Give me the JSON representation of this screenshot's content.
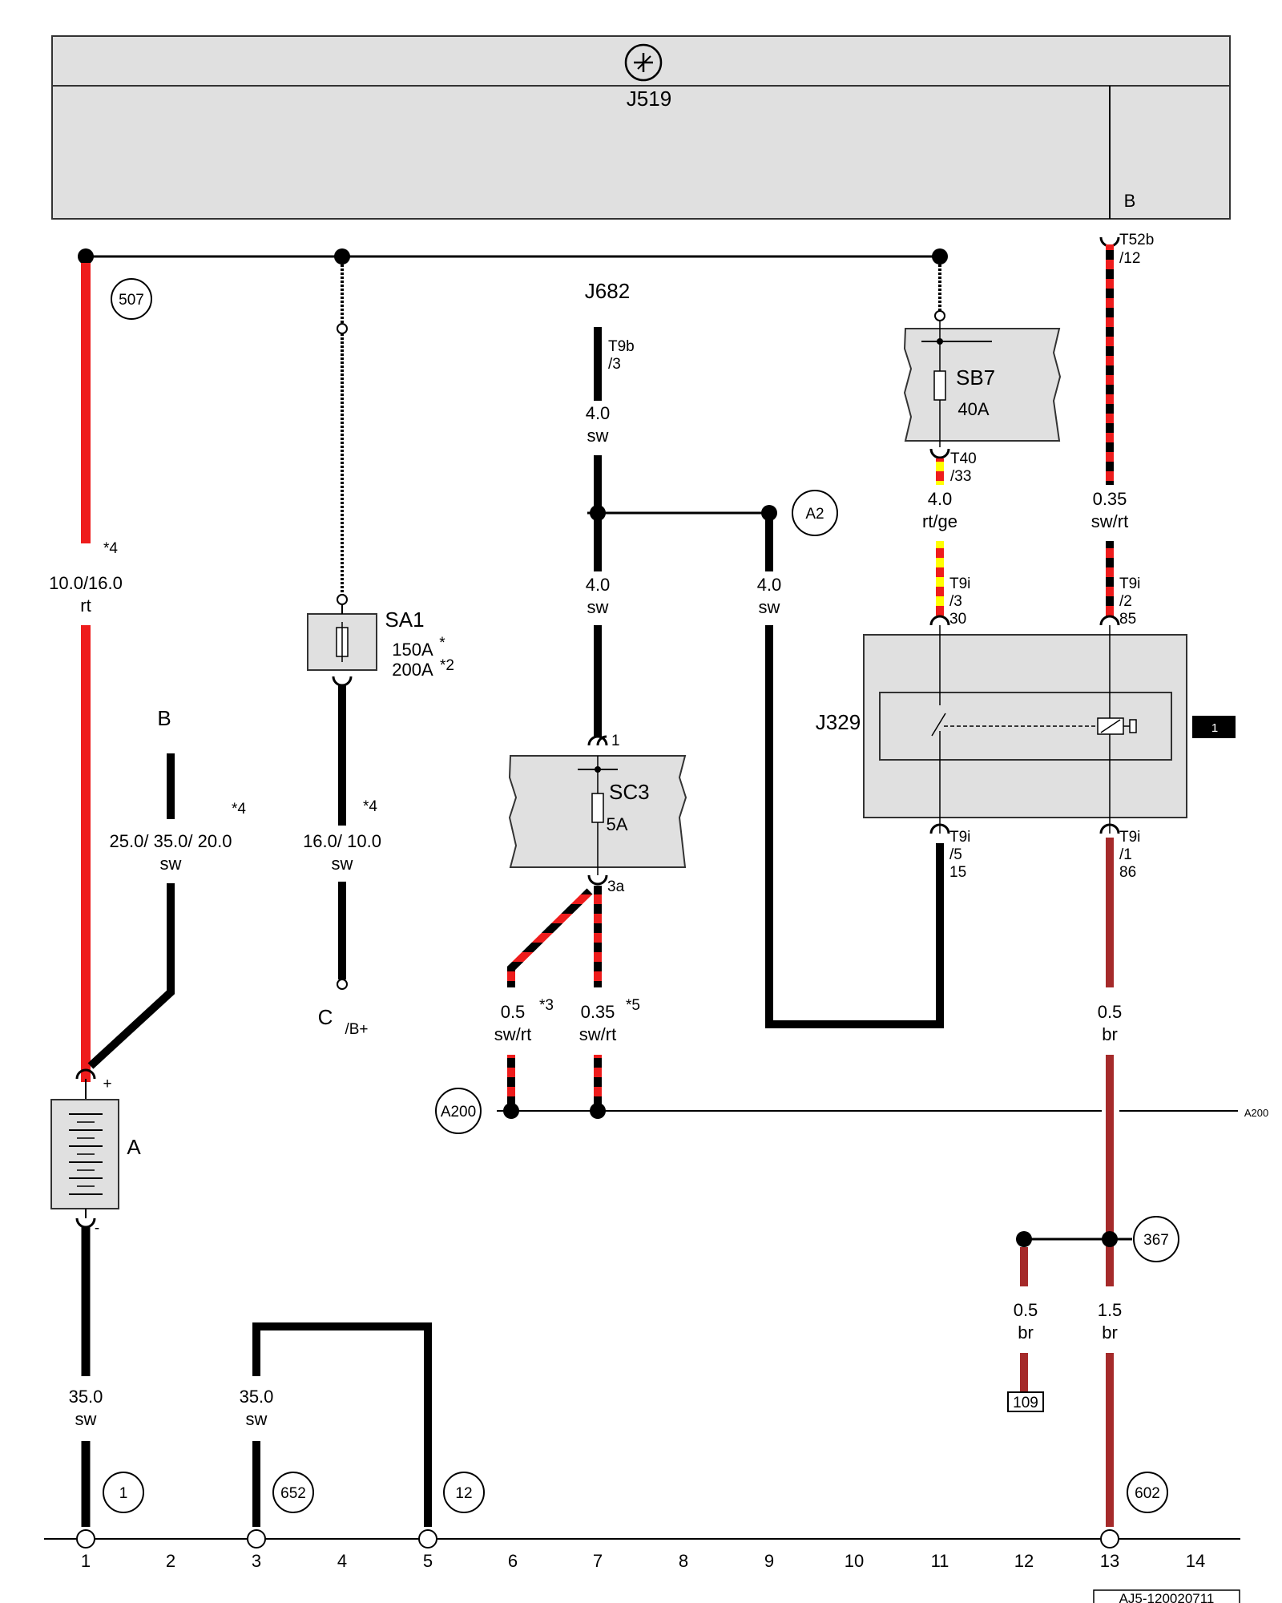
{
  "header": {
    "module_label": "J519",
    "pin_label": "B",
    "module_icon": "ground-strap-icon"
  },
  "colors": {
    "red": "#ee1c1c",
    "black": "#000000",
    "yellow": "#ffff00",
    "brown": "#a52a2a",
    "box": "#e0e0e0"
  },
  "components": {
    "j682": "J682",
    "sa1": {
      "name": "SA1",
      "rating1": "150A",
      "note1": "*",
      "rating2": "200A",
      "note2": "*2"
    },
    "sb7": {
      "name": "SB7",
      "rating": "40A"
    },
    "sc3": {
      "name": "SC3",
      "rating": "5A",
      "pin_top": "1",
      "pin_bottom": "3a"
    },
    "j329": {
      "name": "J329",
      "box_tag": "1"
    },
    "battery": {
      "name": "A",
      "plus": "+",
      "minus": "-"
    },
    "c": {
      "name": "C",
      "sub": "/B+"
    },
    "b_label": "B"
  },
  "connectors": {
    "t52b": [
      "T52b",
      "/12"
    ],
    "t9b": [
      "T9b",
      "/3"
    ],
    "t40": [
      "T40",
      "/33"
    ],
    "t9i_3": [
      "T9i",
      "/3",
      "30"
    ],
    "t9i_2": [
      "T9i",
      "/2",
      "85"
    ],
    "t9i_5": [
      "T9i",
      "/5",
      "15"
    ],
    "t9i_1": [
      "T9i",
      "/1",
      "86"
    ]
  },
  "wires": {
    "w1": {
      "size": "10.0/16.0",
      "color": "rt",
      "note": "*4"
    },
    "w2": {
      "size": "25.0/ 35.0/ 20.0",
      "color": "sw",
      "note": "*4"
    },
    "w3": {
      "size": "16.0/ 10.0",
      "color": "sw",
      "note": "*4"
    },
    "w4": {
      "size": "4.0",
      "color": "sw"
    },
    "w5": {
      "size": "4.0",
      "color": "sw"
    },
    "w6": {
      "size": "4.0",
      "color": "sw"
    },
    "w7": {
      "size": "4.0",
      "color": "rt/ge"
    },
    "w8": {
      "size": "0.35",
      "color": "sw/rt"
    },
    "w9": {
      "size": "0.5",
      "color": "sw/rt",
      "note": "*3"
    },
    "w10": {
      "size": "0.35",
      "color": "sw/rt",
      "note": "*5"
    },
    "w11": {
      "size": "0.5",
      "color": "br"
    },
    "w12": {
      "size": "0.5",
      "color": "br"
    },
    "w13": {
      "size": "1.5",
      "color": "br"
    },
    "w14": {
      "size": "35.0",
      "color": "sw"
    },
    "w15": {
      "size": "35.0",
      "color": "sw"
    }
  },
  "refs": {
    "r507": "507",
    "rA2": "A2",
    "rA200": "A200",
    "rA200_right": "A200",
    "r367": "367",
    "r109": "109",
    "r1": "1",
    "r652": "652",
    "r12": "12",
    "r602": "602"
  },
  "ruler": [
    "1",
    "2",
    "3",
    "4",
    "5",
    "6",
    "7",
    "8",
    "9",
    "10",
    "11",
    "12",
    "13",
    "14"
  ],
  "footer": {
    "doc_id": "AJ5-120020711"
  }
}
